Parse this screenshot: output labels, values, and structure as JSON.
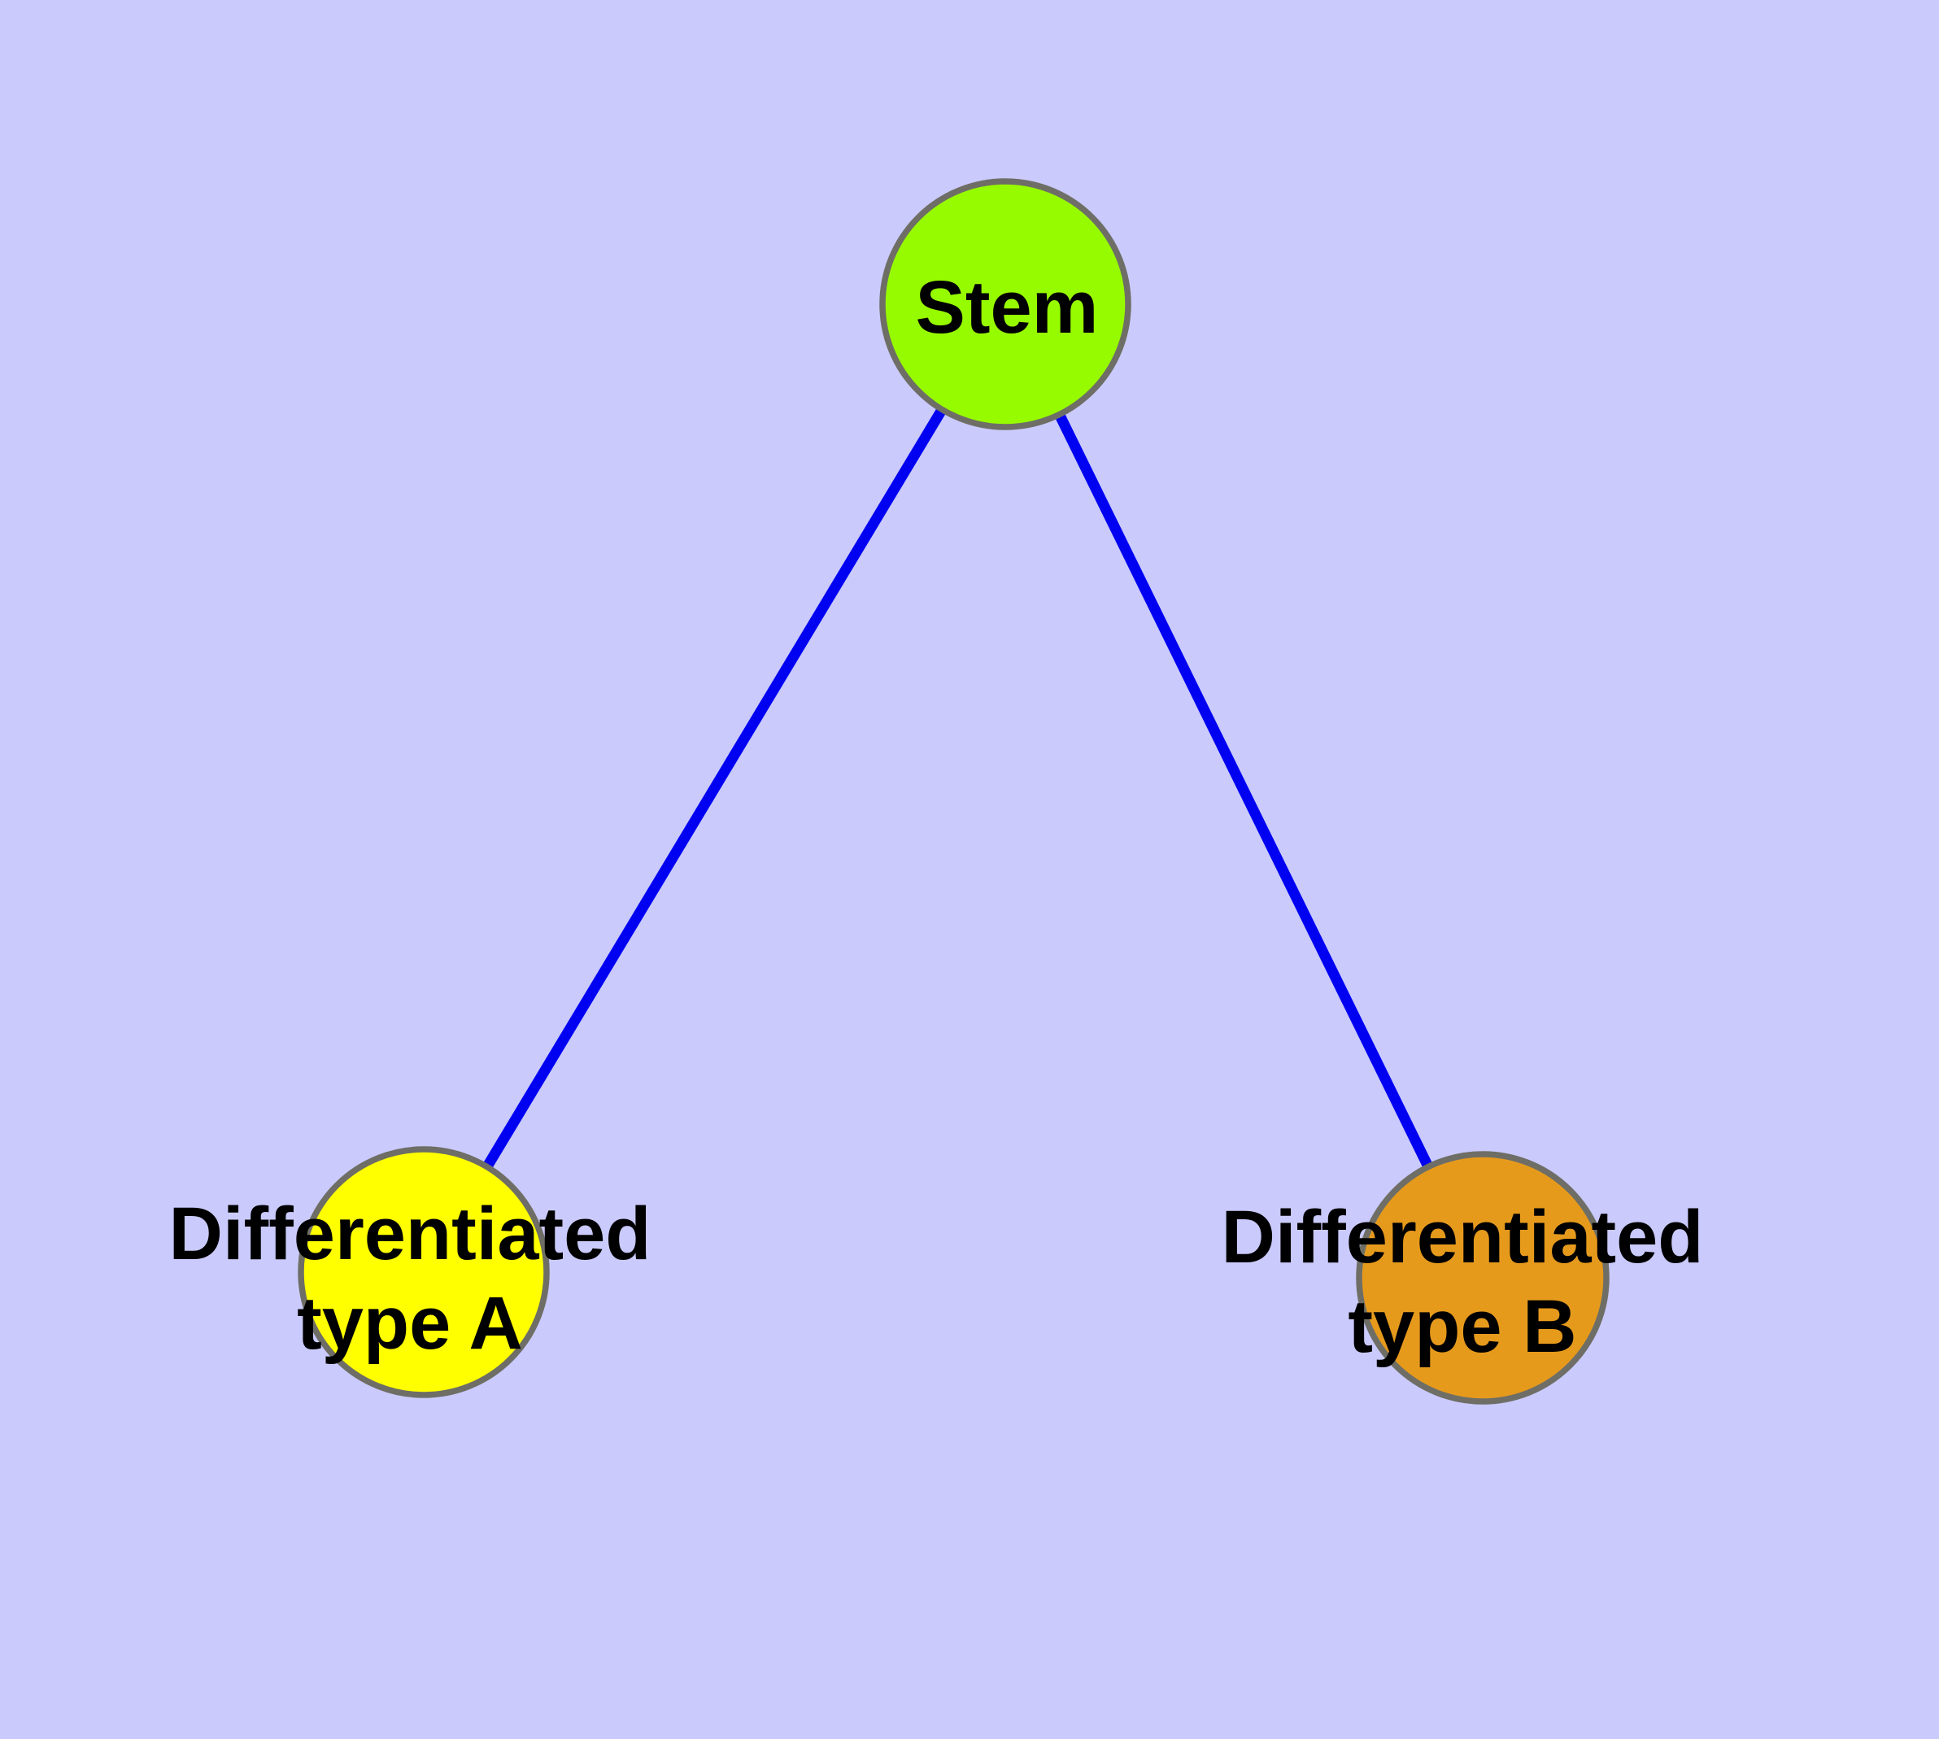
{
  "diagram": {
    "type": "graph",
    "background_color": "#cacafc",
    "edge_color": "#0101f2",
    "node_border_color": "#6e6e66",
    "label_color": "#000000",
    "nodes": [
      {
        "id": "stem",
        "label": "Stem",
        "lines": [
          "Stem"
        ],
        "fill_color": "#97fb00"
      },
      {
        "id": "differentiated-type-a",
        "label": "Differentiated type A",
        "lines": [
          "Differentiated",
          "type A"
        ],
        "fill_color": "#ffff00"
      },
      {
        "id": "differentiated-type-b",
        "label": "Differentiated type B",
        "lines": [
          "Differentiated",
          "type B"
        ],
        "fill_color": "#e69a1c"
      }
    ],
    "edges": [
      {
        "source": "Stem",
        "target": "Differentiated type A"
      },
      {
        "source": "Stem",
        "target": "Differentiated type B"
      }
    ]
  }
}
